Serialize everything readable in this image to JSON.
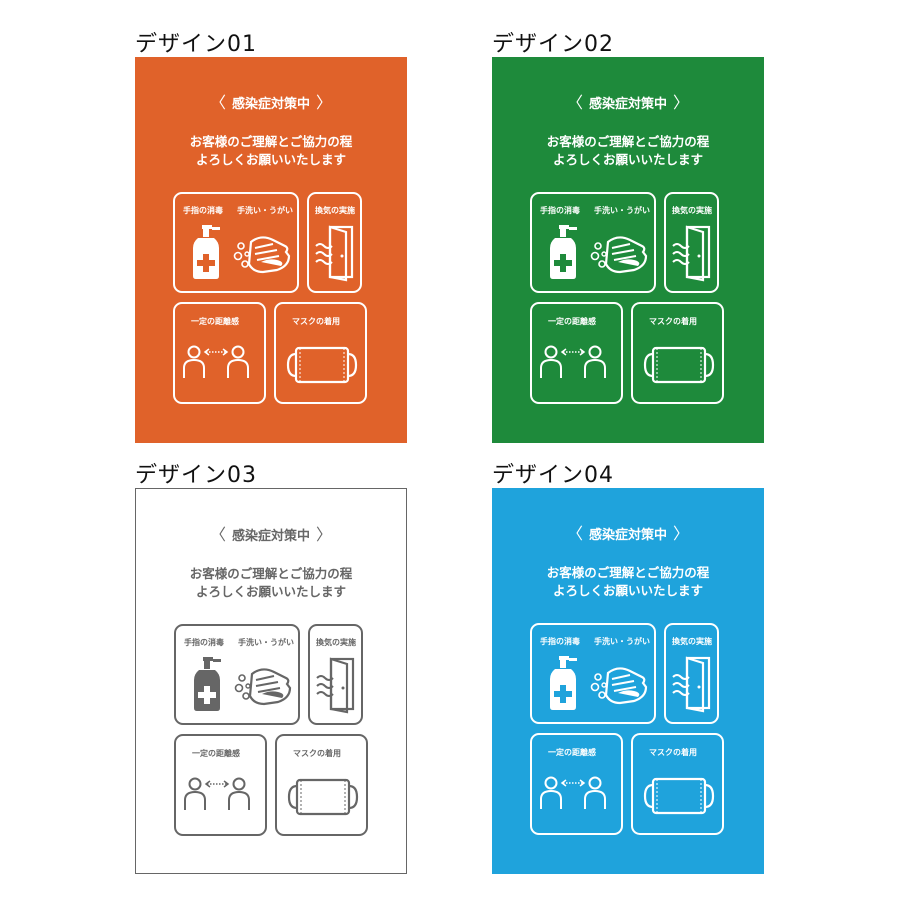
{
  "designs": [
    {
      "label": "デザイン01",
      "bg": "#e0622a",
      "fg": "#ffffff",
      "border": "none"
    },
    {
      "label": "デザイン02",
      "bg": "#1e8a3b",
      "fg": "#ffffff",
      "border": "none"
    },
    {
      "label": "デザイン03",
      "bg": "#ffffff",
      "fg": "#666666",
      "border": "#666666"
    },
    {
      "label": "デザイン04",
      "bg": "#1fa3dc",
      "fg": "#ffffff",
      "border": "none"
    }
  ],
  "poster": {
    "heading": "感染症対策中",
    "heading_left": "〈",
    "heading_right": "〉",
    "message_line1": "お客様のご理解とご協力の程",
    "message_line2": "よろしくお願いいたします",
    "box_hands": {
      "label1": "手指の消毒",
      "label2": "手洗い・うがい"
    },
    "box_vent": {
      "label": "換気の実施"
    },
    "box_distance": {
      "label": "一定の距離感"
    },
    "box_mask": {
      "label": "マスクの着用"
    }
  },
  "icons": [
    "sanitizer-bottle-icon",
    "hand-washing-icon",
    "door-ventilation-icon",
    "two-people-distance-icon",
    "face-mask-icon"
  ]
}
